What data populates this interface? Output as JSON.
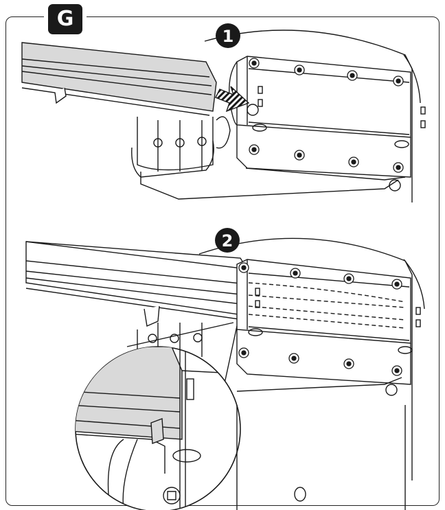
{
  "figure": {
    "panel_label": "G",
    "steps": [
      "1",
      "2"
    ]
  },
  "colors": {
    "line": "#1a1a1a",
    "rail_fill": "#d9d9d9",
    "badge": "#1a1a1a",
    "background": "#ffffff"
  },
  "icons": [
    "arrow-icon",
    "screw-icon"
  ]
}
